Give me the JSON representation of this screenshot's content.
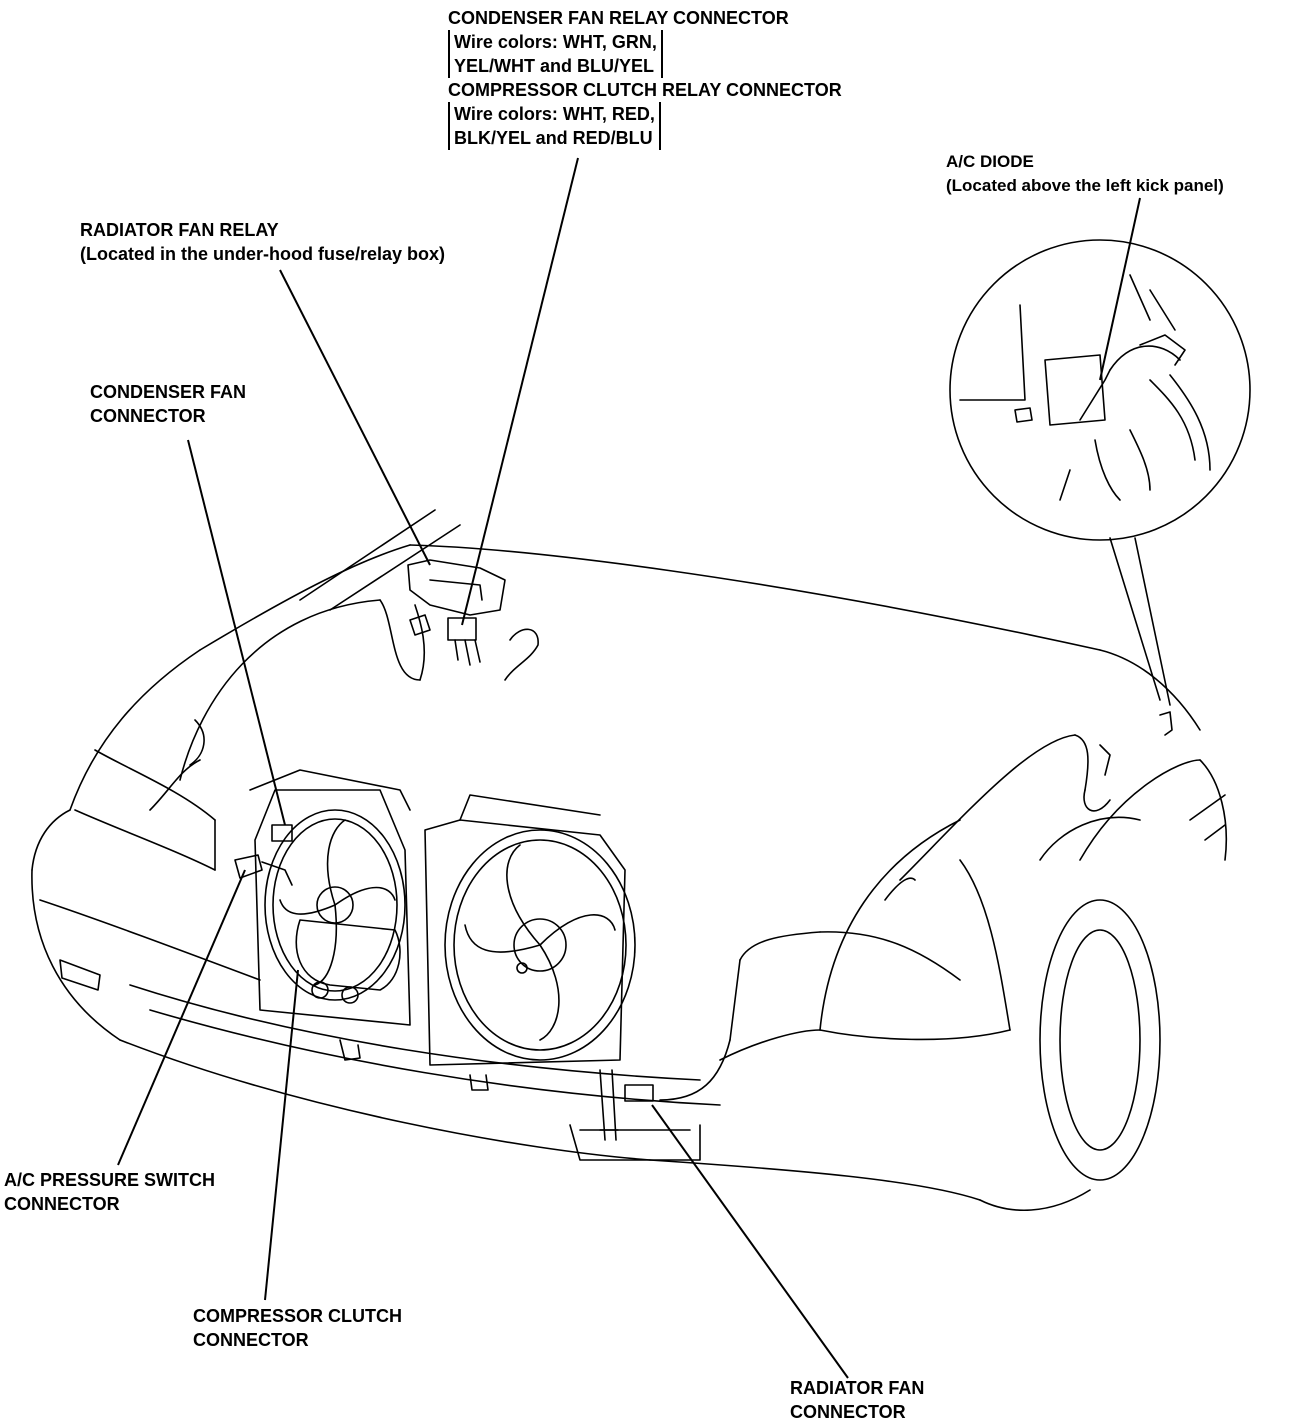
{
  "labels": {
    "relay_connectors": {
      "line1": "CONDENSER FAN RELAY CONNECTOR",
      "line2": "Wire colors: WHT, GRN,",
      "line3": "YEL/WHT and BLU/YEL",
      "line4": "COMPRESSOR CLUTCH RELAY CONNECTOR",
      "line5": "Wire colors: WHT, RED,",
      "line6": "BLK/YEL and RED/BLU"
    },
    "ac_diode": {
      "line1": "A/C DIODE",
      "line2": "(Located above the left kick panel)"
    },
    "radiator_fan_relay": {
      "line1": "RADIATOR FAN RELAY",
      "line2": "(Located in the under-hood fuse/relay box)"
    },
    "condenser_fan_connector": {
      "line1": "CONDENSER FAN",
      "line2": "CONNECTOR"
    },
    "ac_pressure_switch_connector": {
      "line1": "A/C PRESSURE SWITCH",
      "line2": "CONNECTOR"
    },
    "compressor_clutch_connector": {
      "line1": "COMPRESSOR CLUTCH",
      "line2": "CONNECTOR"
    },
    "radiator_fan_connector": {
      "line1": "RADIATOR FAN",
      "line2": "CONNECTOR"
    }
  }
}
